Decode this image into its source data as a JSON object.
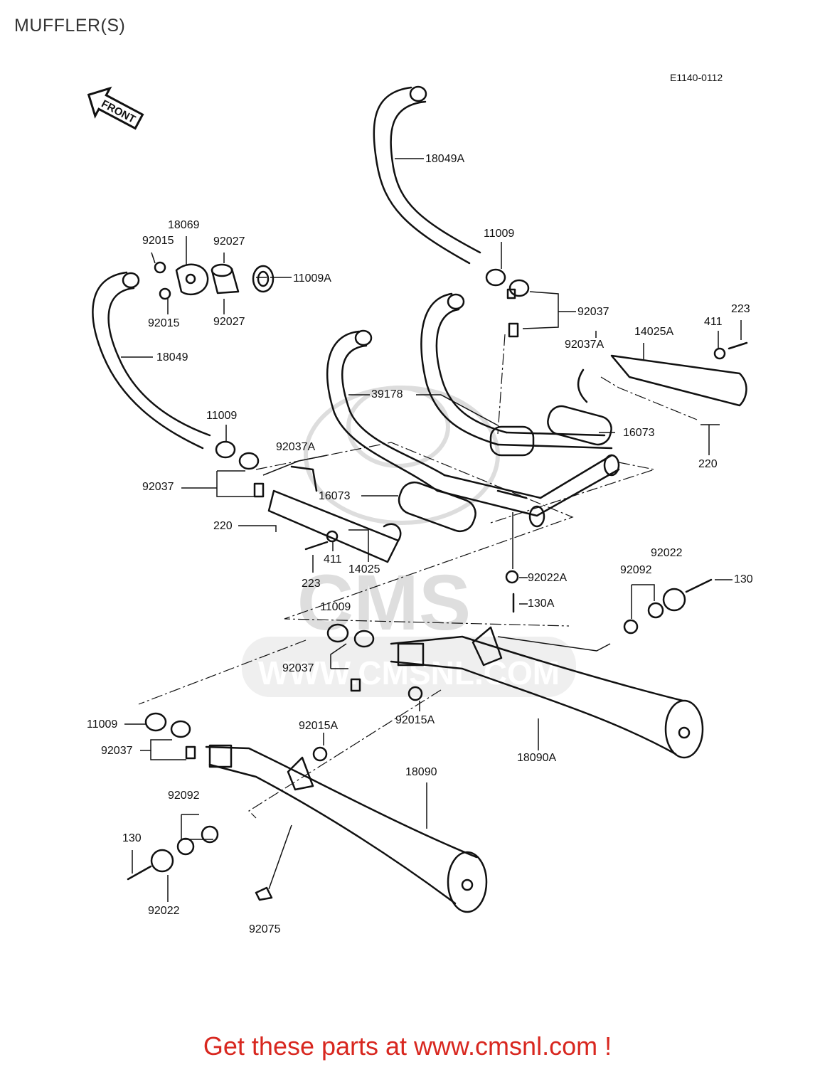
{
  "page": {
    "title": "MUFFLER(S)",
    "diagram_code": "E1140-0112",
    "direction_label": "FRONT",
    "cta": "Get these parts at www.cmsnl.com !",
    "watermark": {
      "brand": "CMS",
      "url": "WWW.CMSNL.COM"
    }
  },
  "colors": {
    "line": "#111111",
    "cta": "#d8271f",
    "watermark": "#c8c8c8"
  },
  "part_labels": {
    "p18049A": "18049A",
    "p11009_top": "11009",
    "p92037_top": "92037",
    "p223_r": "223",
    "p411_r": "411",
    "p14025A": "14025A",
    "p92037A_r": "92037A",
    "p16073_r": "16073",
    "p220_r": "220",
    "p18069": "18069",
    "p92015_a": "92015",
    "p92027_a": "92027",
    "p11009A": "11009A",
    "p92015_b": "92015",
    "p92027_b": "92027",
    "p18049": "18049",
    "p39178": "39178",
    "p11009_l": "11009",
    "p92037A_l": "92037A",
    "p92037_l": "92037",
    "p16073_l": "16073",
    "p220_l": "220",
    "p411_l": "411",
    "p223_l": "223",
    "p14025": "14025",
    "p92022A": "92022A",
    "p130A": "130A",
    "p92022_r": "92022",
    "p92092_r": "92092",
    "p130_r": "130",
    "p11009_m": "11009",
    "p92037_m": "92037",
    "p92015A_m": "92015A",
    "p18090A": "18090A",
    "p11009_b": "11009",
    "p92037_b": "92037",
    "p92015A_b": "92015A",
    "p18090": "18090",
    "p92092_b": "92092",
    "p130_b": "130",
    "p92022_b": "92022",
    "p92075": "92075"
  }
}
